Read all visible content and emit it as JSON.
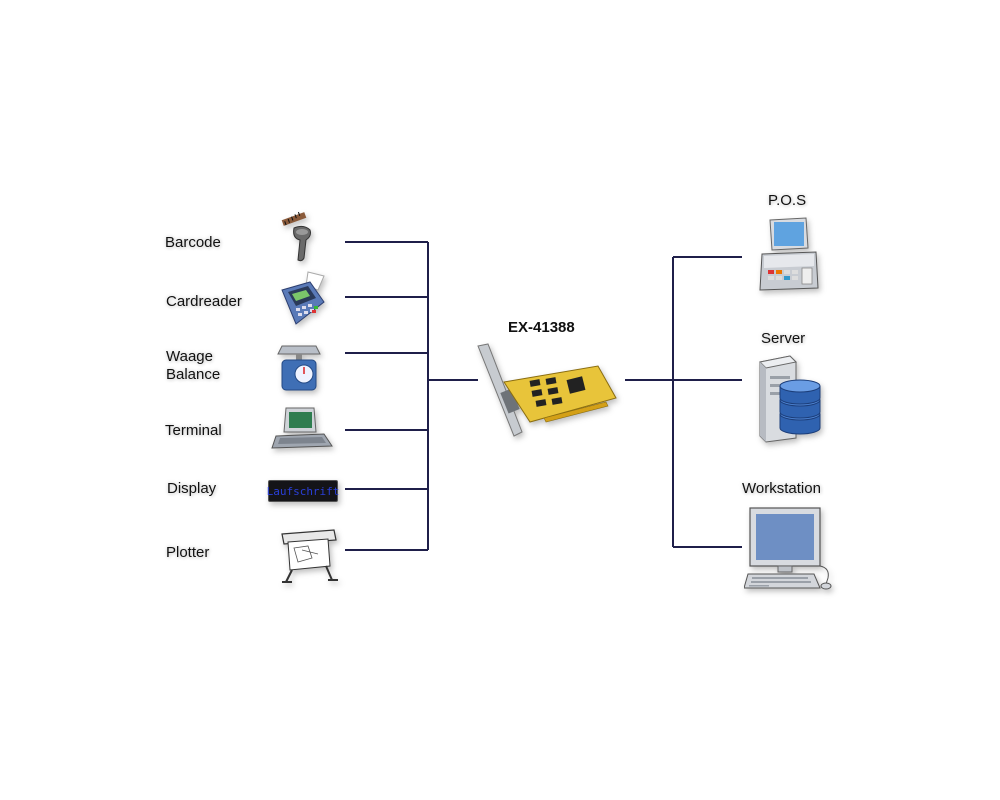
{
  "card": {
    "name": "EX-41388"
  },
  "left_devices": [
    {
      "label": "Barcode"
    },
    {
      "label": "Cardreader"
    },
    {
      "label": "Waage\nBalance"
    },
    {
      "label": "Terminal"
    },
    {
      "label": "Display",
      "screen_text": "Laufschrift"
    },
    {
      "label": "Plotter"
    }
  ],
  "right_devices": [
    {
      "label": "P.O.S"
    },
    {
      "label": "Server"
    },
    {
      "label": "Workstation"
    }
  ],
  "colors": {
    "line": "#1f1f4a",
    "monitor": "#6e8fc4",
    "card": "#e8c43a"
  }
}
